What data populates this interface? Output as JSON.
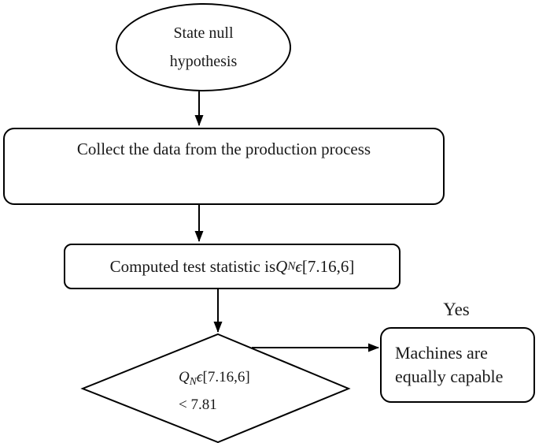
{
  "colors": {
    "line": "#000000",
    "background": "#ffffff",
    "text": "#1a1a1a"
  },
  "nodes": {
    "start": {
      "shape": "ellipse",
      "line1": "State null",
      "line2": "hypothesis"
    },
    "collect": {
      "shape": "rounded-rectangle",
      "label": "Collect the data from the production process"
    },
    "compute": {
      "shape": "rounded-rectangle",
      "prefix": "Computed test statistic is ",
      "formula": {
        "var": "Q",
        "sub": "N",
        "epsilon": "ϵ",
        "interval": "[7.16,6]"
      }
    },
    "decision": {
      "shape": "diamond",
      "formula": {
        "var": "Q",
        "sub": "N",
        "epsilon": "ϵ",
        "interval": "[7.16,6]"
      },
      "condition": "< 7.81"
    },
    "outcome": {
      "shape": "rounded-rectangle",
      "line1": "Machines are",
      "line2": "equally capable"
    }
  },
  "edges": {
    "yes_label": "Yes"
  }
}
